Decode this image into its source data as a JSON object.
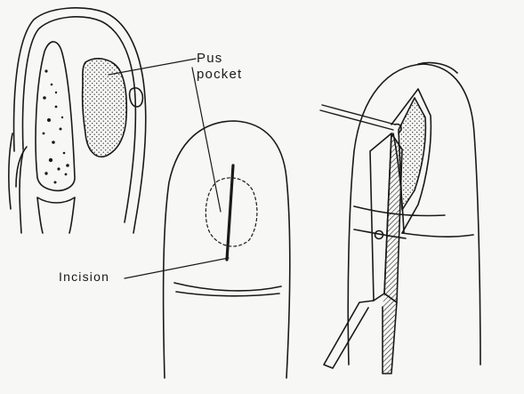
{
  "labels": {
    "pus_line1": "Pus",
    "pus_line2": "pocket",
    "incision": "Incision"
  },
  "colors": {
    "ink": "#1a1a1a",
    "paper": "#f7f7f5"
  }
}
